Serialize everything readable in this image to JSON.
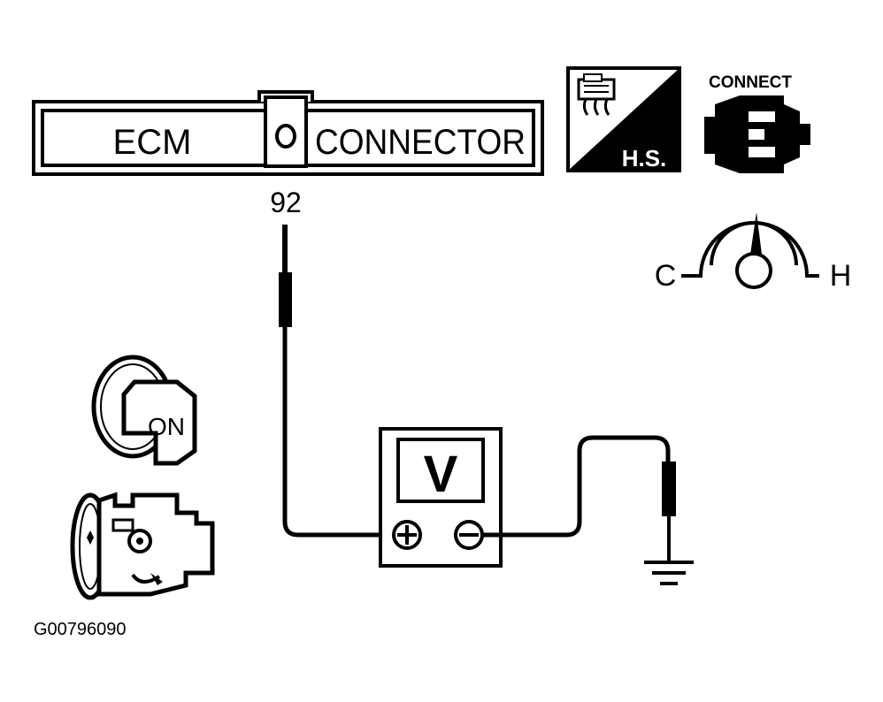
{
  "connector": {
    "left_label": "ECM",
    "right_label": "CONNECTOR",
    "pin": "92"
  },
  "harness_icon": {
    "label": "H.S.",
    "icon": "harness-connector-icon"
  },
  "connect_icon": {
    "label": "CONNECT",
    "icon": "connect-plug-icon"
  },
  "temp_gauge": {
    "cold_label": "C",
    "hot_label": "H",
    "icon": "temperature-gauge-icon"
  },
  "ignition": {
    "label": "ON",
    "icon": "ignition-key-icon"
  },
  "engine_icon": "engine-running-icon",
  "voltmeter": {
    "display": "V",
    "plus": "+",
    "minus": "−",
    "icon": "voltmeter-icon"
  },
  "ground_icon": "ground-symbol-icon",
  "figure_id": "G00796090"
}
